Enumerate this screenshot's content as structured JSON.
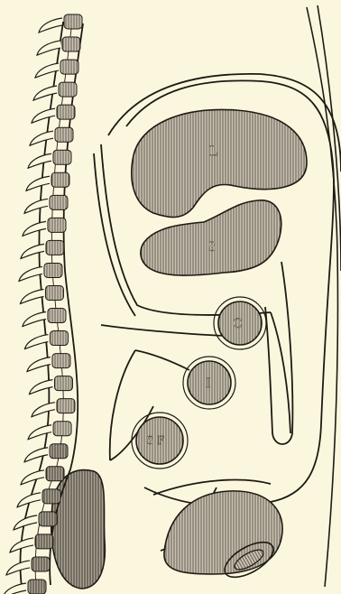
{
  "figure": {
    "colors": {
      "paper": "#fbf7df",
      "ink": "#1e1a12",
      "hatch": "#8d8677"
    },
    "labels": {
      "liver": "L",
      "stomach": "S",
      "colon": "C",
      "intestine": "I",
      "sigmoid_flexure": "S F"
    }
  }
}
